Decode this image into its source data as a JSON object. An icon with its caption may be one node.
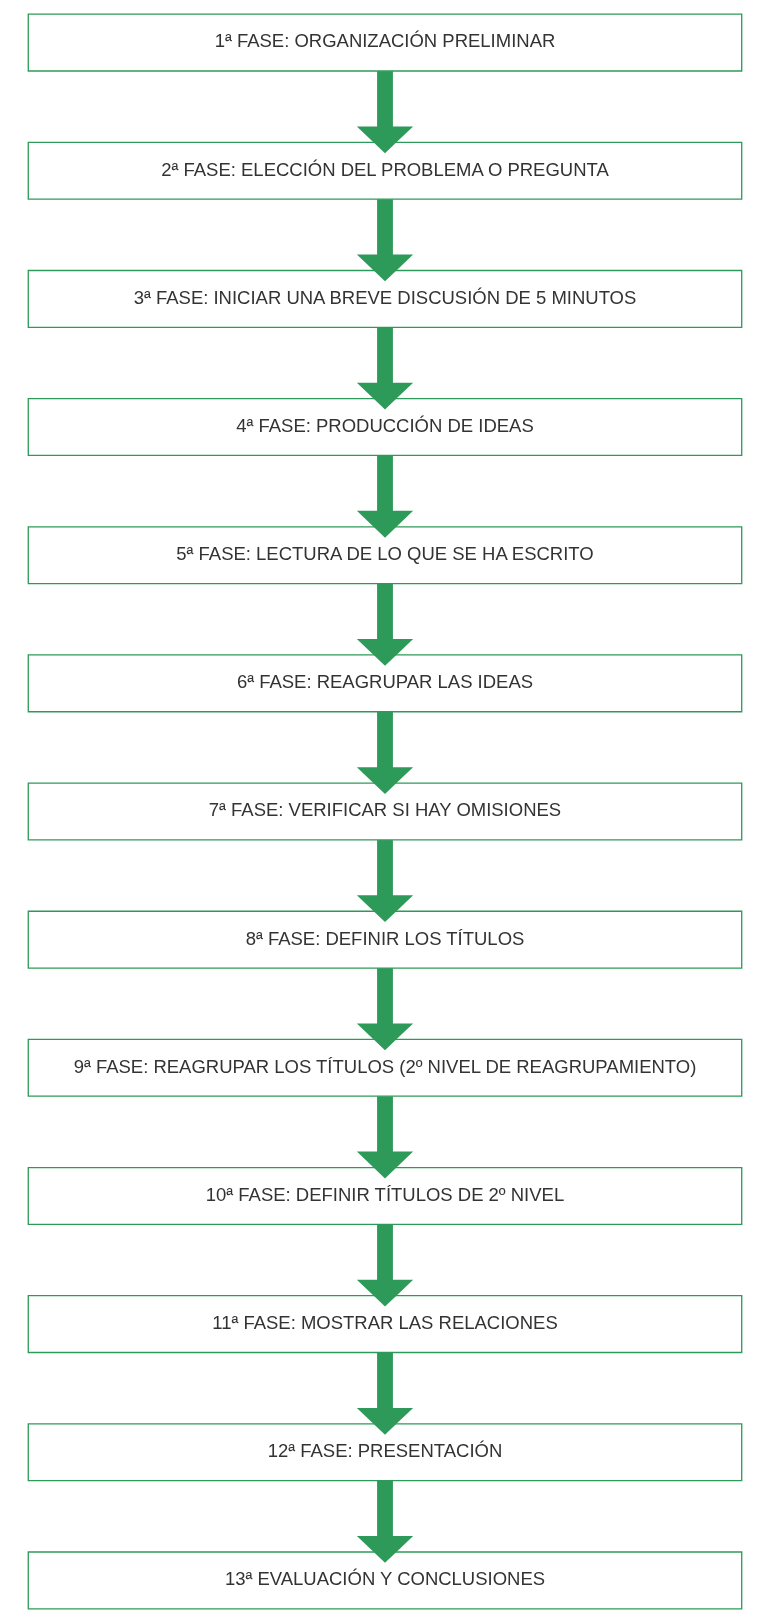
{
  "diagram": {
    "nodes": [
      {
        "text": [
          "1ª FASE: ORGANIZACIÓN PRELIMINAR"
        ]
      },
      {
        "text": [
          "2ª FASE: ELECCIÓN DEL PROBLEMA O PREGUNTA"
        ]
      },
      {
        "text": [
          "3ª FASE: INICIAR UNA BREVE DISCUSIÓN DE 5 MINUTOS"
        ]
      },
      {
        "text": [
          "4ª FASE: PRODUCCIÓN DE IDEAS"
        ]
      },
      {
        "text": [
          "5ª FASE: LECTURA DE LO QUE SE HA ESCRITO"
        ]
      },
      {
        "text": [
          "6ª FASE: REAGRUPAR LAS IDEAS"
        ]
      },
      {
        "text": [
          "7ª FASE: VERIFICAR SI HAY OMISIONES"
        ]
      },
      {
        "text": [
          "8ª FASE: DEFINIR LOS TÍTULOS"
        ]
      },
      {
        "text": [
          "9ª FASE: REAGRUPAR LOS TÍTULOS (2º NIVEL DE REAGRUPAMIENTO)"
        ]
      },
      {
        "text": [
          "10ª FASE: DEFINIR TÍTULOS DE 2º NIVEL"
        ]
      },
      {
        "text": [
          "11ª FASE: MOSTRAR LAS RELACIONES"
        ]
      },
      {
        "text": [
          "12ª FASE: PRESENTACIÓN"
        ]
      },
      {
        "text": [
          "13ª EVALUACIÓN Y CONCLUSIONES"
        ]
      }
    ],
    "edges": [
      {
        "from": 0,
        "to": 1,
        "arrow": "to"
      },
      {
        "from": 1,
        "to": 2,
        "arrow": "to"
      },
      {
        "from": 2,
        "to": 3,
        "arrow": "to"
      },
      {
        "from": 3,
        "to": 4,
        "arrow": "to"
      },
      {
        "from": 4,
        "to": 5,
        "arrow": "to"
      },
      {
        "from": 5,
        "to": 6,
        "arrow": "to"
      },
      {
        "from": 6,
        "to": 7,
        "arrow": "to"
      },
      {
        "from": 7,
        "to": 8,
        "arrow": "to"
      },
      {
        "from": 8,
        "to": 9,
        "arrow": "to"
      },
      {
        "from": 9,
        "to": 10,
        "arrow": "to"
      },
      {
        "from": 10,
        "to": 11,
        "arrow": "to"
      },
      {
        "from": 11,
        "to": 12,
        "arrow": "to"
      }
    ]
  }
}
